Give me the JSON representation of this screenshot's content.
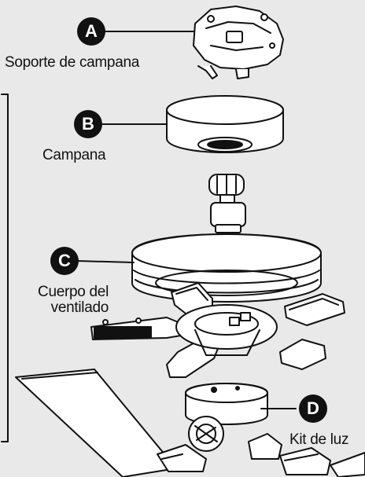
{
  "parts": [
    {
      "letter": "A",
      "name": "Soporte de campana"
    },
    {
      "letter": "B",
      "name": "Campana"
    },
    {
      "letter": "C",
      "name_line1": "Cuerpo del",
      "name_line2": "ventilado"
    },
    {
      "letter": "D",
      "name": "Kit de luz"
    }
  ],
  "colors": {
    "background": "#e9e9e9",
    "line": "#111111",
    "fill": "#ffffff",
    "badge": "#111111"
  }
}
